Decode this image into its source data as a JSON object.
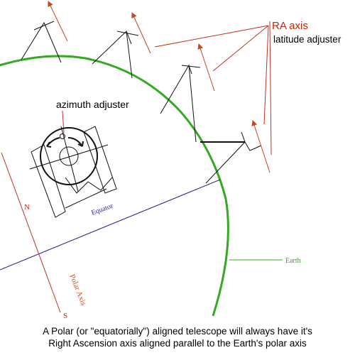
{
  "labels": {
    "ra_axis": "RA axis",
    "latitude_adjuster": "latitude adjuster",
    "azimuth_adjuster": "azimuth adjuster",
    "equator": "Equator",
    "earth": "Earth",
    "north": "N",
    "south": "S",
    "polar_axis": "Polar Axis"
  },
  "caption": {
    "line1": "A Polar (or \"equatorially\") aligned telescope will always have it's",
    "line2": "Right Ascension axis aligned parallel to the Earth's polar axis"
  },
  "colors": {
    "earth_outline": "#33aa22",
    "axis_arrow": "#cc4422",
    "pointer_line": "#bb3322",
    "label_red": "#cc2200",
    "equator_line": "#2a1a88",
    "equator_text": "#3322aa",
    "polar_text": "#cc5533",
    "mount_line": "#111111"
  }
}
